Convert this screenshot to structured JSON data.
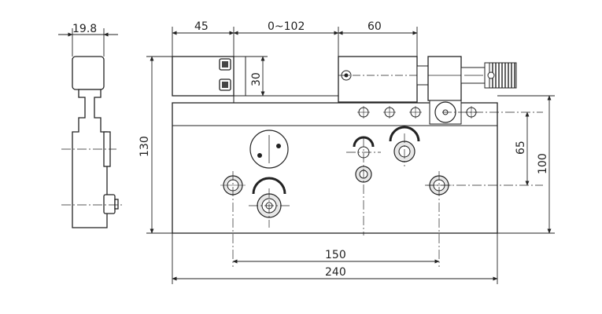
{
  "drawing": {
    "dimensions": {
      "side_width": "19.8",
      "left_block": "45",
      "stroke_range": "0~102",
      "micrometer_width": "60",
      "carriage_height": "30",
      "total_height": "130",
      "hole_spacing_v": "65",
      "base_height": "100",
      "hole_spacing_h": "150",
      "base_width": "240"
    },
    "colors": {
      "line": "#222222",
      "part_fill": "#ffffff",
      "hole_fill": "#e8e8e8"
    }
  }
}
